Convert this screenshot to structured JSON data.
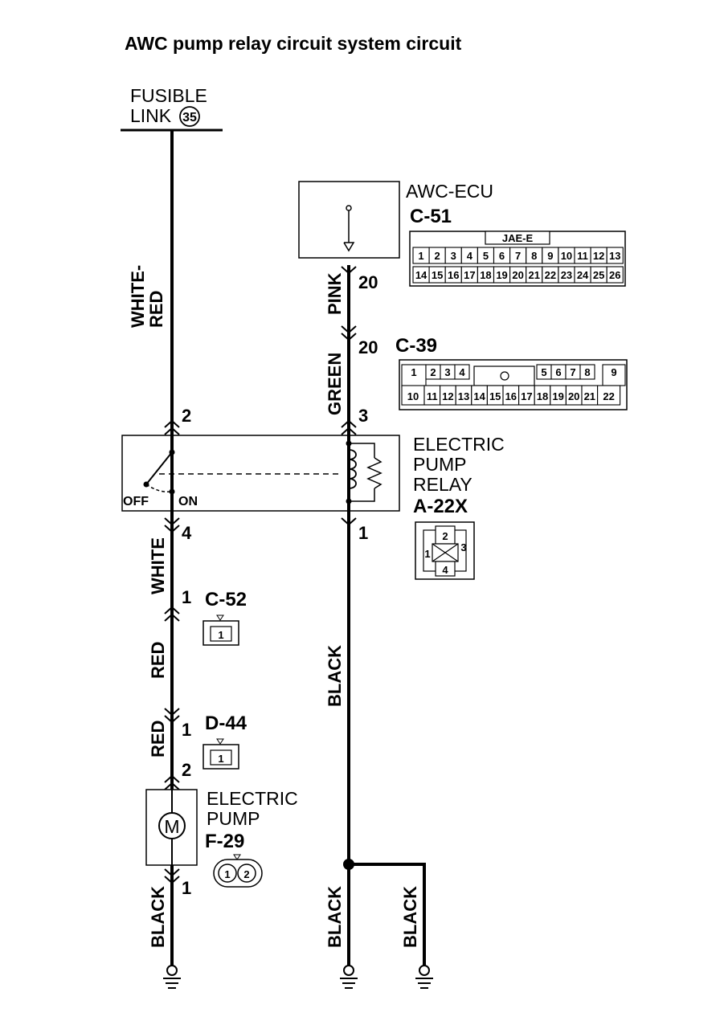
{
  "title": "AWC pump relay circuit system circuit",
  "fusible_link": {
    "line1": "FUSIBLE",
    "line2": "LINK",
    "number": "35"
  },
  "ecu": {
    "name": "AWC-ECU",
    "connector": "C-51",
    "connector_type": "JAE-E",
    "row1": [
      "1",
      "2",
      "3",
      "4",
      "5",
      "6",
      "7",
      "8",
      "9",
      "10",
      "11",
      "12",
      "13"
    ],
    "row2": [
      "14",
      "15",
      "16",
      "17",
      "18",
      "19",
      "20",
      "21",
      "22",
      "23",
      "24",
      "25",
      "26"
    ]
  },
  "c39": {
    "id": "C-39",
    "row1": [
      "1",
      "2",
      "3",
      "4",
      "5",
      "6",
      "7",
      "8",
      "9"
    ],
    "row2": [
      "10",
      "11",
      "12",
      "13",
      "14",
      "15",
      "16",
      "17",
      "18",
      "19",
      "20",
      "21",
      "22"
    ]
  },
  "relay": {
    "line1": "ELECTRIC",
    "line2": "PUMP",
    "line3": "RELAY",
    "connector": "A-22X",
    "off": "OFF",
    "on": "ON",
    "pins": [
      "1",
      "2",
      "3",
      "4"
    ]
  },
  "pump": {
    "line1": "ELECTRIC",
    "line2": "PUMP",
    "connector": "F-29",
    "motor": "M",
    "pins": [
      "1",
      "2"
    ]
  },
  "c52": {
    "id": "C-52",
    "pin": "1"
  },
  "d44": {
    "id": "D-44",
    "pin": "1"
  },
  "wires": {
    "white_red_1": "WHITE-",
    "white_red_2": "RED",
    "pink": "PINK",
    "green": "GREEN",
    "white": "WHITE",
    "red_a": "RED",
    "red_b": "RED",
    "black_pump": "BLACK",
    "black_relay": "BLACK",
    "black_bottom": "BLACK",
    "black_branch": "BLACK"
  },
  "pins": {
    "p20_ecu": "20",
    "p20_c39": "20",
    "p2_relay": "2",
    "p3_relay": "3",
    "p4_relay": "4",
    "p1_relay": "1",
    "p1_c52": "1",
    "p1_d44": "1",
    "p2_pump": "2",
    "p1_pump": "1"
  }
}
